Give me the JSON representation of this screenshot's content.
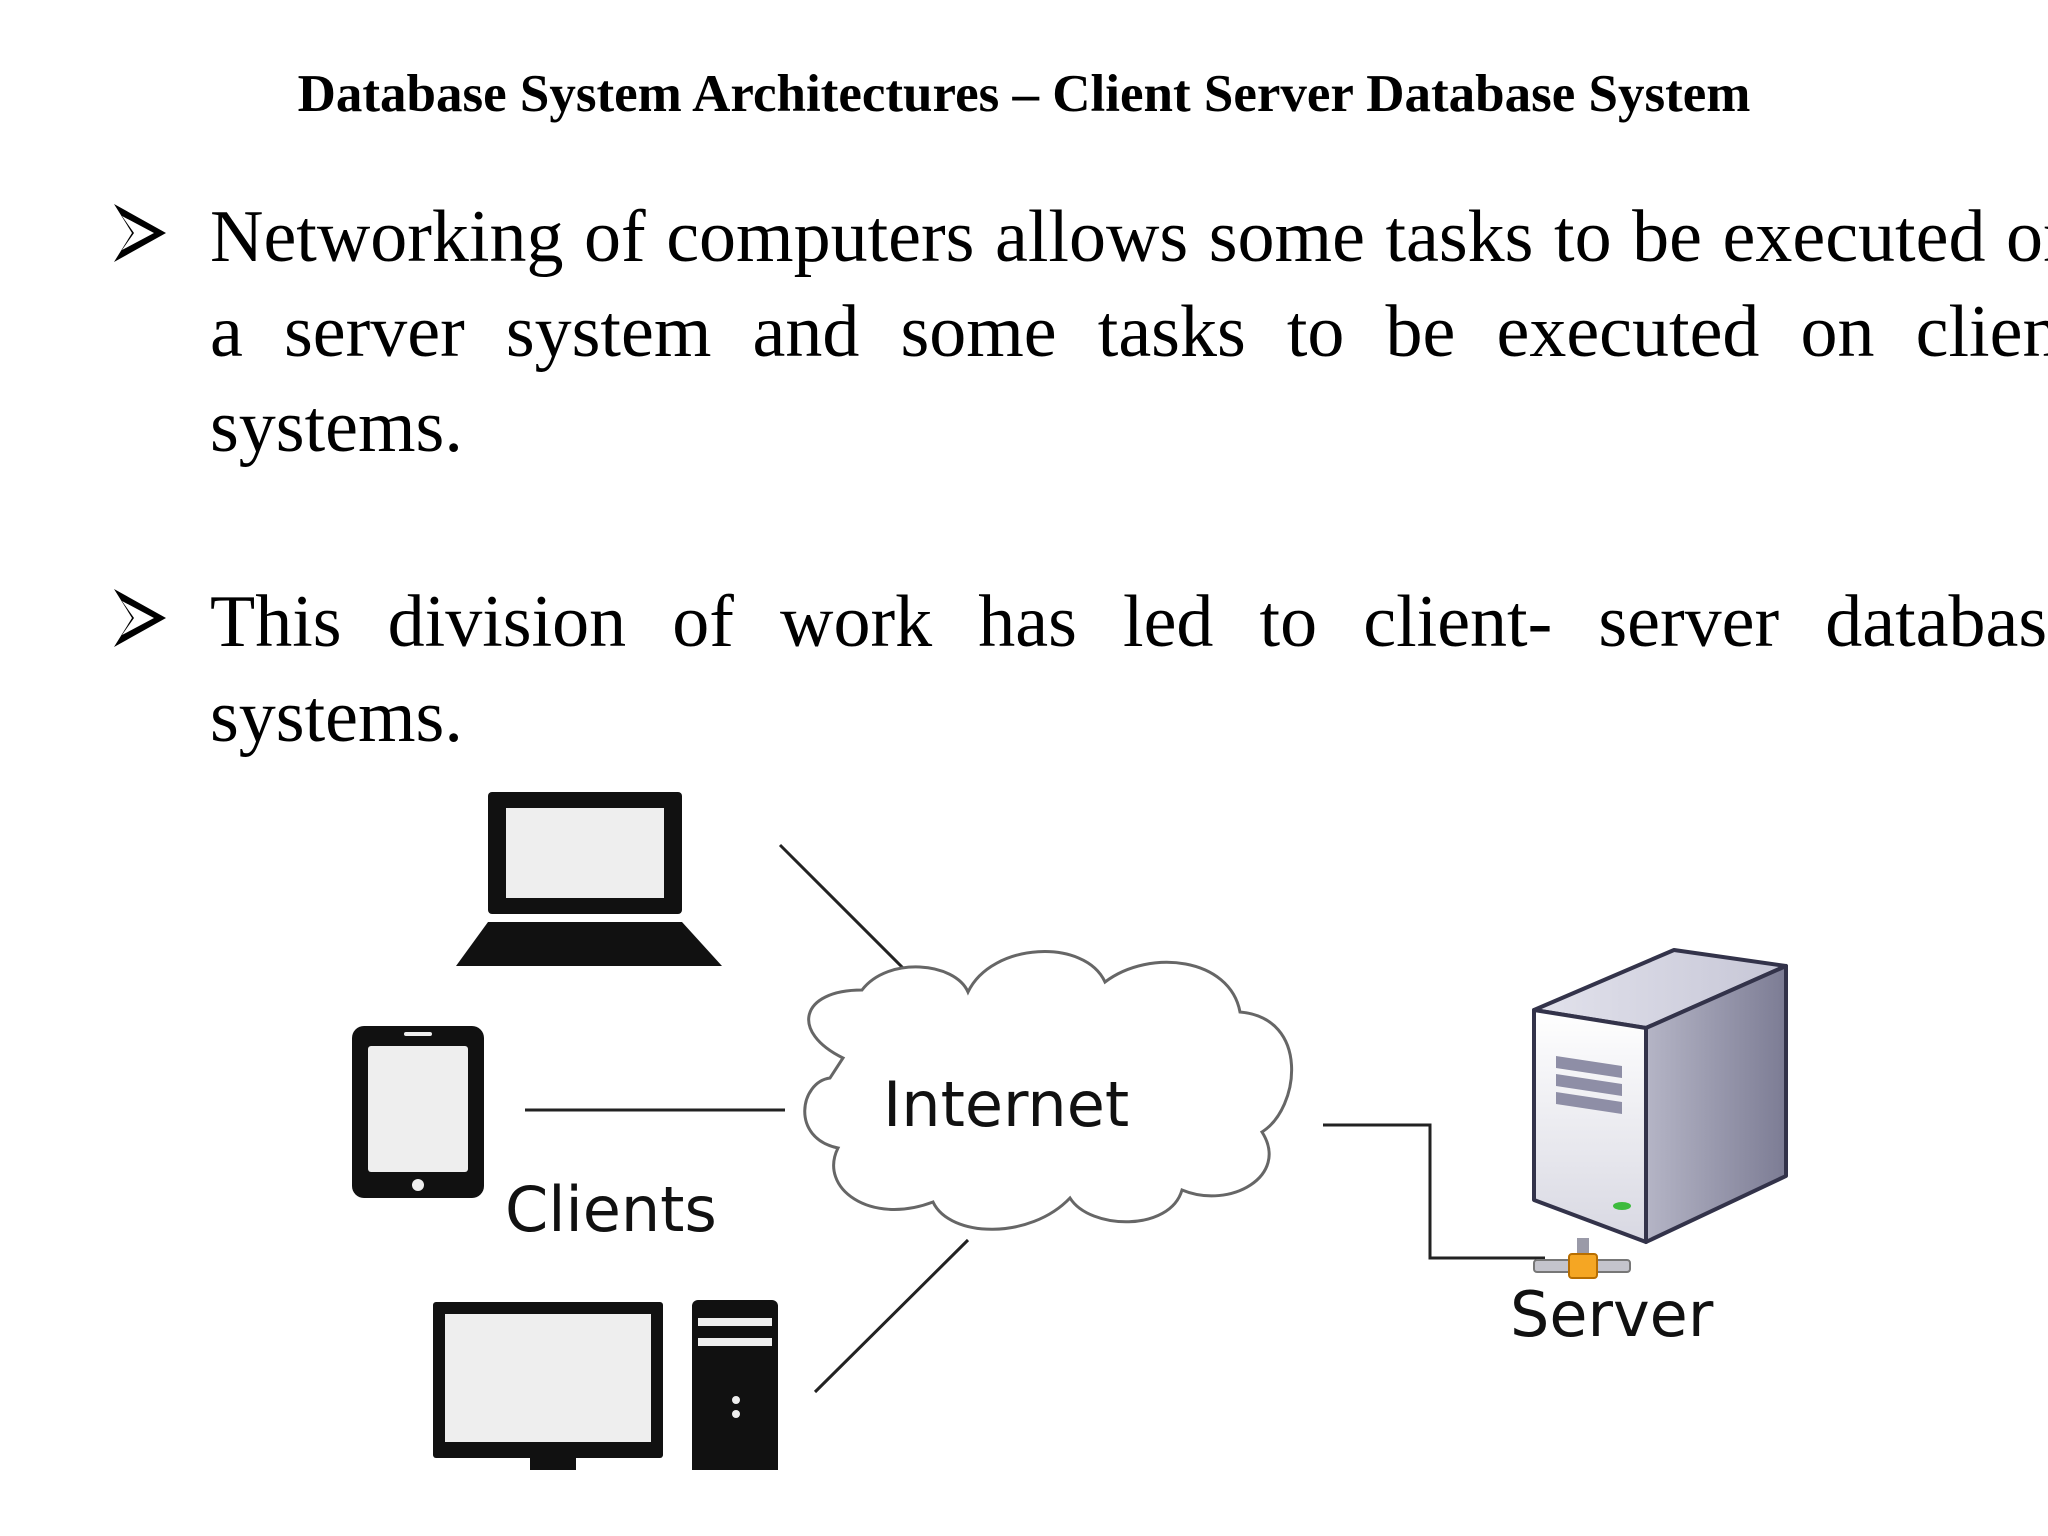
{
  "slide": {
    "title": "Database System Architectures – Client Server Database System",
    "bullets": [
      {
        "text": "Networking of computers allows some tasks to be executed on a server system and some tasks to be executed on client systems."
      },
      {
        "text": "This division of work has led to client- server database systems."
      }
    ]
  },
  "diagram": {
    "cloud_label": "Internet",
    "clients_label": "Clients",
    "server_label": "Server",
    "icons": [
      "laptop-icon",
      "tablet-icon",
      "desktop-computer-icon",
      "cloud-icon",
      "server-tower-icon"
    ]
  }
}
